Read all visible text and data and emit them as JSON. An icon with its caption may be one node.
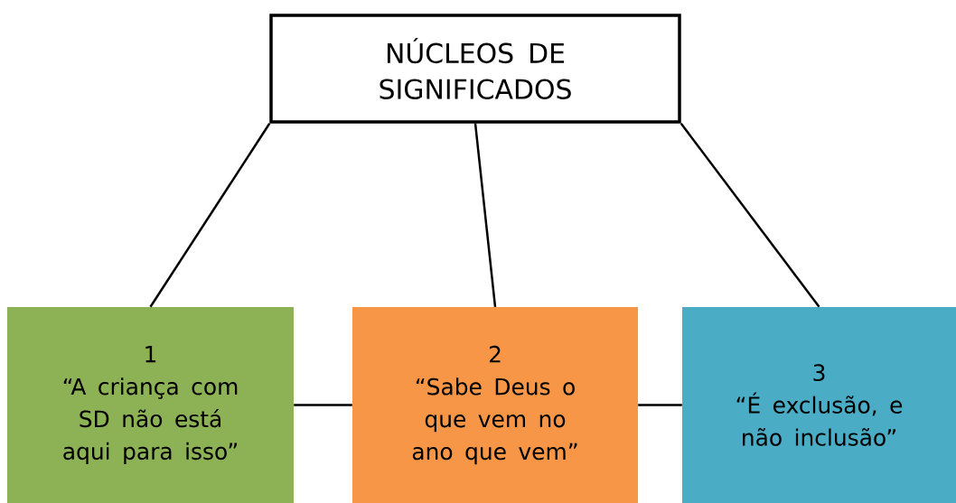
{
  "diagram": {
    "nodes": [
      {
        "text": [
          "NÚCLEOS DE SIGNIFICADOS"
        ]
      },
      {
        "text": [
          "1",
          "“A criança com SD não está aqui para isso”"
        ]
      },
      {
        "text": [
          "2",
          "“Sabe Deus o que vem no ano que vem”"
        ]
      },
      {
        "text": [
          "3",
          "“É exclusão, e não inclusão”"
        ]
      }
    ],
    "edges": [
      {
        "from": 0,
        "to": 1,
        "arrow": "none"
      },
      {
        "from": 0,
        "to": 2,
        "arrow": "none"
      },
      {
        "from": 0,
        "to": 3,
        "arrow": "none"
      },
      {
        "from": 1,
        "to": 2,
        "arrow": "none"
      },
      {
        "from": 2,
        "to": 3,
        "arrow": "none"
      }
    ]
  }
}
